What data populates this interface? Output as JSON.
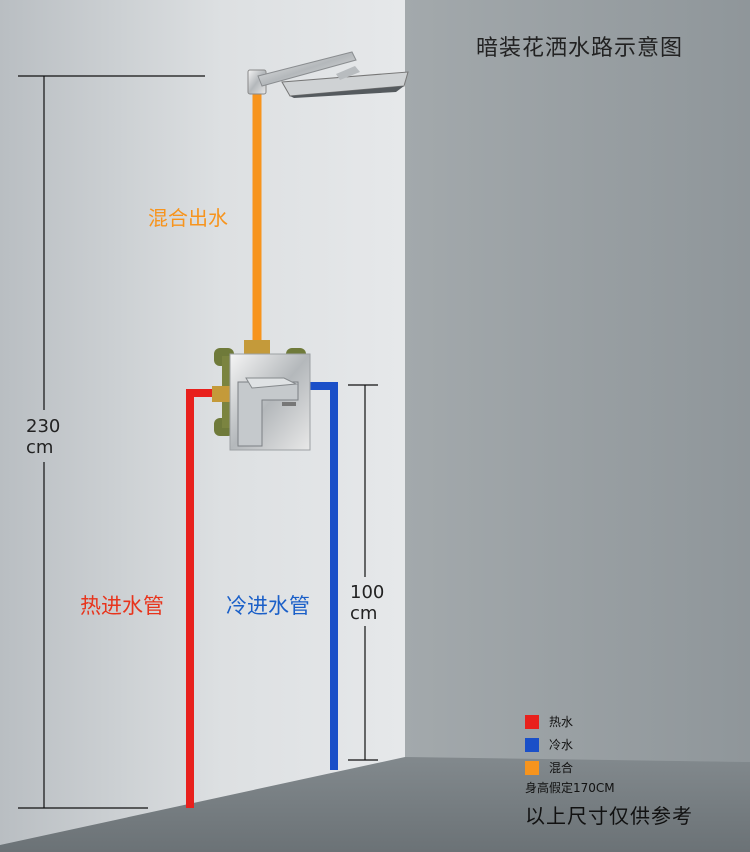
{
  "title": "暗装花洒水路示意图",
  "labels": {
    "mix_out": "混合出水",
    "hot_in": "热进水管",
    "cold_in": "冷进水管"
  },
  "dimensions": {
    "total_height_value": "230",
    "total_height_unit": "cm",
    "valve_height_value": "100",
    "valve_height_unit": "cm"
  },
  "legend": [
    {
      "label": "热水",
      "color": "#e8201c"
    },
    {
      "label": "冷水",
      "color": "#1a4fc8"
    },
    {
      "label": "混合",
      "color": "#f7941d"
    }
  ],
  "notes": {
    "assumed_height": "身高假定170CM",
    "disclaimer": "以上尺寸仅供参考"
  },
  "colors": {
    "hot_pipe": "#e8201c",
    "cold_pipe": "#1a4fc8",
    "mix_pipe": "#f7941d"
  }
}
